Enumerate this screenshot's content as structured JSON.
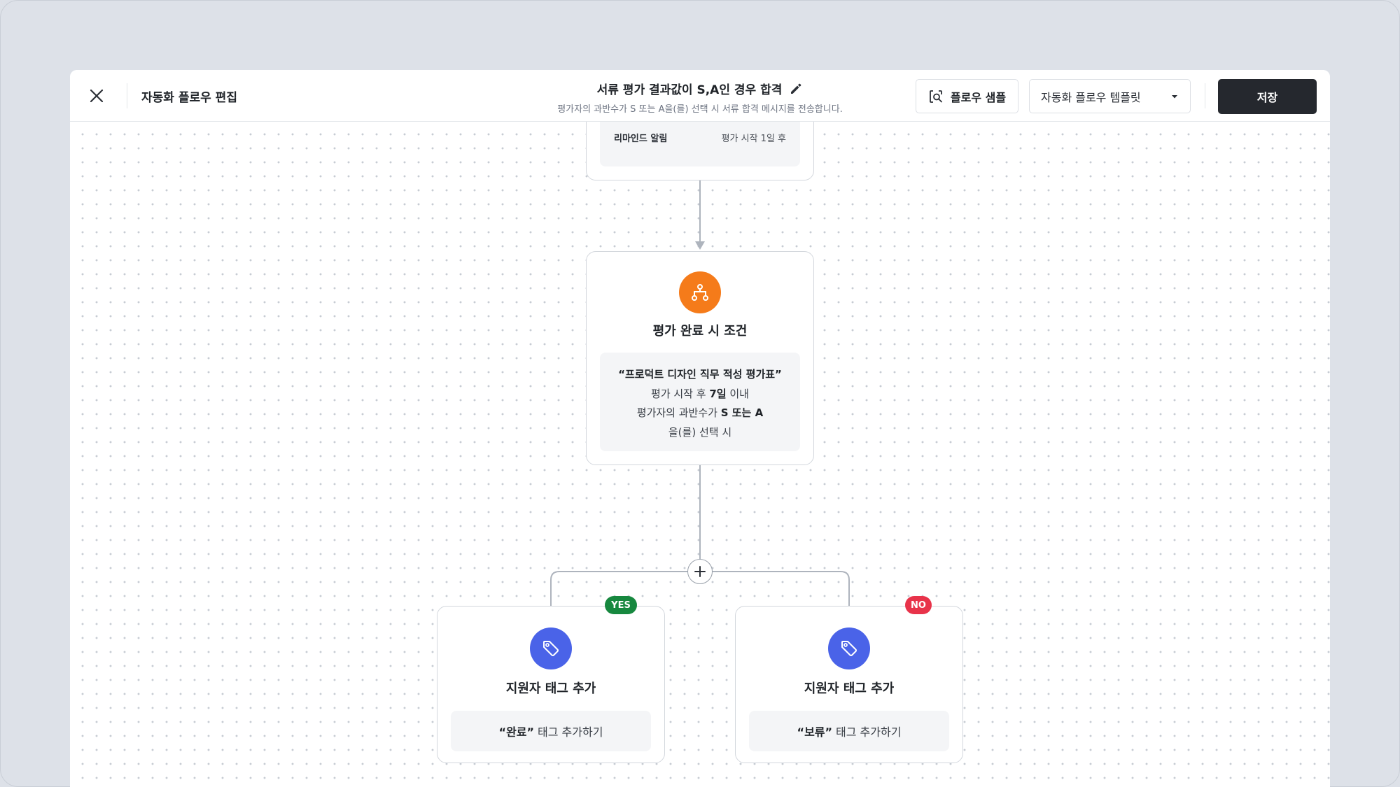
{
  "header": {
    "title": "자동화 플로우 편집",
    "flow_title": "서류 평가 결과값이 S,A인 경우 합격",
    "flow_subtitle": "평가자의 과반수가 S 또는 A을(를) 선택 시 서류 합격 메시지를 전송합니다.",
    "sample_button": "플로우 샘플",
    "template_select": "자동화 플로우 템플릿",
    "save_button": "저장"
  },
  "nodes": {
    "reminder": {
      "label": "리마인드 알림",
      "value": "평가 시작 1일 후"
    },
    "condition": {
      "icon": "branch-icon",
      "title": "평가 완료 시 조건",
      "scorecard": "“프로덕트 디자인 직무 적성 평가표”",
      "period_prefix": "평가 시작 후",
      "period_value": "7일",
      "period_suffix": "이내",
      "majority_prefix": "평가자의 과반수가",
      "majority_value": "S 또는 A",
      "selection_text": "을(를) 선택 시"
    },
    "yes_branch": {
      "badge": "YES",
      "icon": "tag-icon",
      "title": "지원자 태그 추가",
      "tag_name": "“완료”",
      "action_text": "태그 추가하기"
    },
    "no_branch": {
      "badge": "NO",
      "icon": "tag-icon",
      "title": "지원자 태그 추가",
      "tag_name": "“보류”",
      "action_text": "태그 추가하기"
    }
  },
  "colors": {
    "condition_icon": "#f57b1a",
    "tag_icon": "#4a63e8",
    "yes_badge": "#17883f",
    "no_badge": "#e8334a",
    "save_button": "#25282e"
  }
}
